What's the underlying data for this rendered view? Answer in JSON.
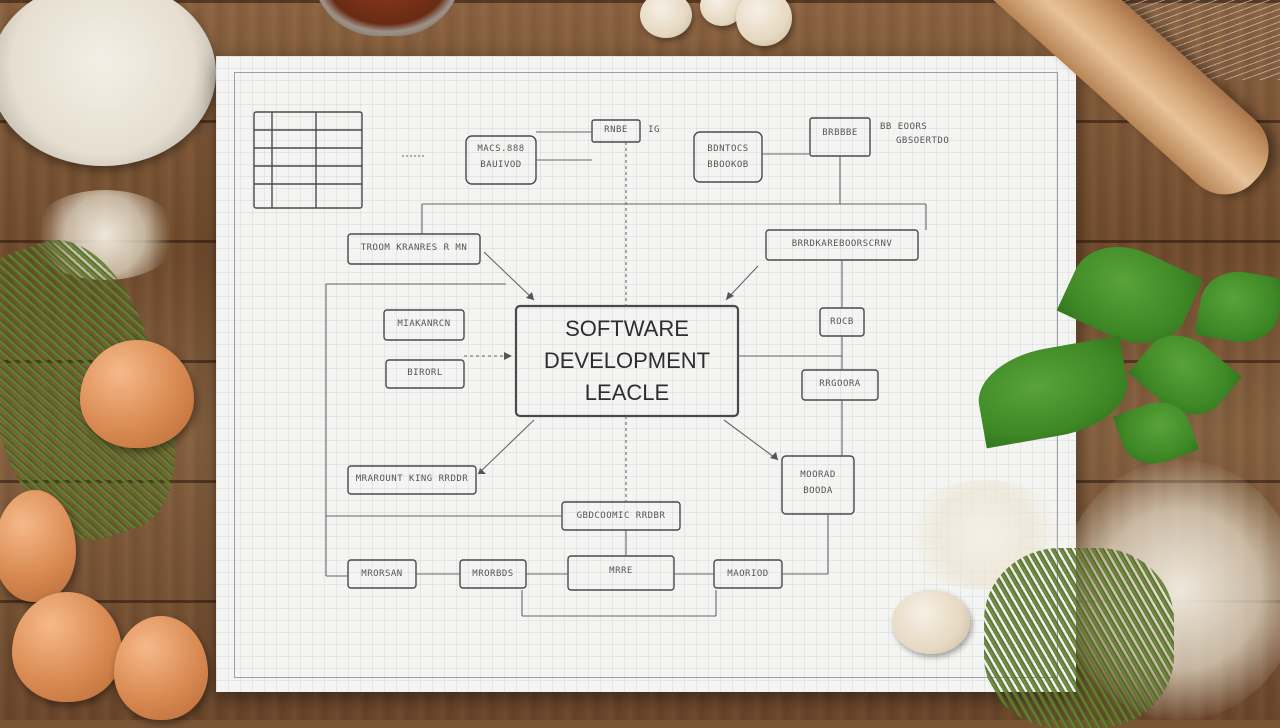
{
  "scene": {
    "paper": {
      "title_lines": [
        "SOFTWARE",
        "DEVELOPMENT",
        "LEACLE"
      ],
      "node_labels": {
        "top_left_a": "MACS.888",
        "top_left_b": "BAUIVOD",
        "top_center": "RNBE",
        "top_center_tag": "IG",
        "top_right_a": "BDNTOCS",
        "top_right_b": "BBOOKOB",
        "top_far_right": "BRBBBE",
        "top_far_right_note_a": "BB EOORS",
        "top_far_right_note_b": "GBSOERTDO",
        "left_upper": "TROOM KRANRES R MN",
        "left_mid_a": "MIAKANRCN",
        "left_mid_b": "BIRORL",
        "left_lower": "MRAROUNT KING RRDDR",
        "right_upper": "BRRDKAREBOORSCRNV",
        "right_mid_a": "ROCB",
        "right_mid_b": "RRGOORA",
        "right_lower_a": "MOORAD",
        "right_lower_b": "BOODA",
        "center_lower": "GBDCOOMIC RRDBR",
        "bottom_a": "MRORSAN",
        "bottom_b": "MRORBDS",
        "bottom_c": "MRRE",
        "bottom_d": "MAORIOD"
      }
    },
    "colors": {
      "paper": "#f4f5f3",
      "ink": "#4a4a4a",
      "wood": "#7a5535",
      "basil": "#3f8a27",
      "egg": "#d98a52"
    }
  }
}
